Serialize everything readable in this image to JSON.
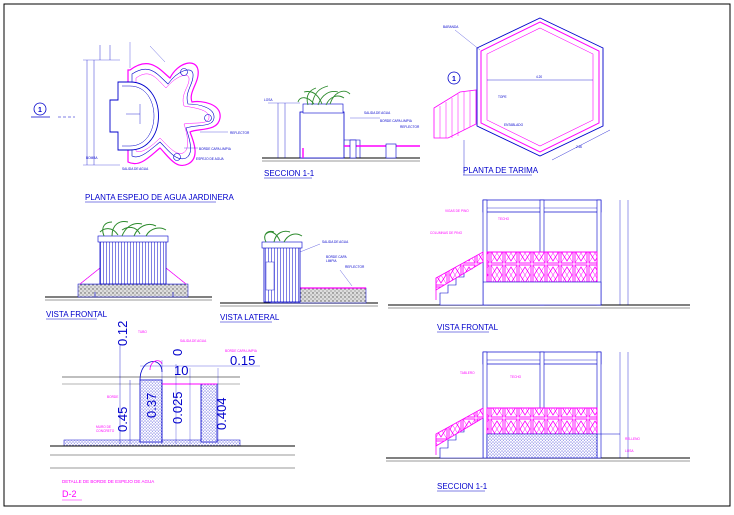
{
  "drawing": {
    "title_espejo_plan": "PLANTA ESPEJO DE AGUA JARDINERA",
    "title_seccion_espejo": "SECCION 1-1",
    "title_tarima_plan": "PLANTA DE TARIMA",
    "title_vista_frontal_jardinera": "VISTA FRONTAL",
    "title_vista_lateral": "VISTA LATERAL",
    "title_vista_frontal_tarima": "VISTA FRONTAL",
    "title_seccion_tarima": "SECCION 1-1",
    "title_detalle": "DETALLE DE BORDE DE ESPEJO DE AGUA",
    "title_detail_ref": "D-2",
    "section_marker": "1"
  },
  "dimensions": {
    "d012": "0.12",
    "d015": "0.15",
    "d010": "10",
    "d045": "0.45",
    "d037": "0.37",
    "d0025": "0.025",
    "d0404": "0.404"
  },
  "labels": {
    "reflector": "REFLECTOR",
    "bomba": "BOMBA",
    "salida_agua": "SALIDA DE AGUA",
    "borde_liso": "BORDE CAPA LIMPIA",
    "espejo_agua": "ESPEJO DE AGUA",
    "losa": "LOSA",
    "tubo_pvc": "TUBO"
  },
  "colors": {
    "line": "#0000cc",
    "accent": "#ff00ff",
    "plant": "#2e8b2e",
    "ground": "#222222"
  }
}
